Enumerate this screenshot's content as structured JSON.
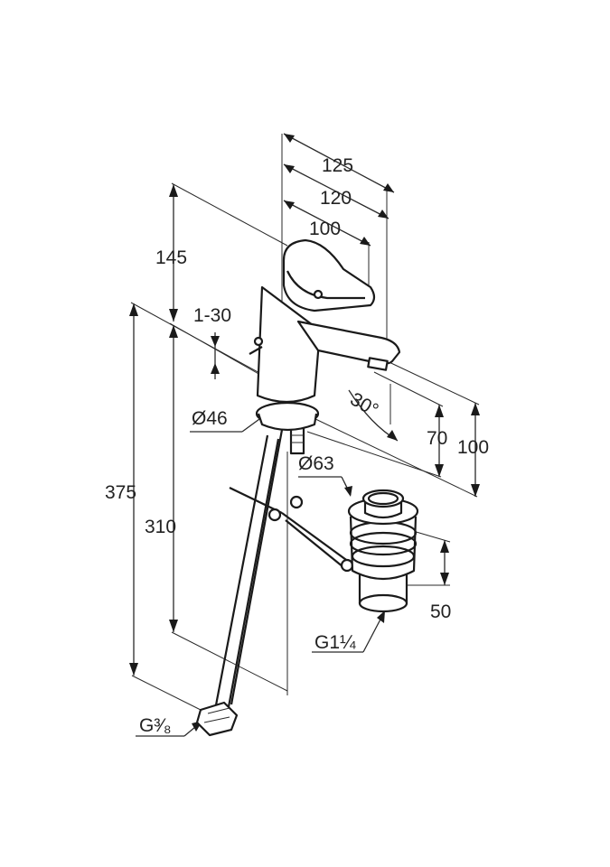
{
  "dimensions": {
    "spout_reach_125": "125",
    "spout_reach_120": "120",
    "spout_reach_100": "100",
    "height_145": "145",
    "adjust_range": "1-30",
    "base_diameter": "Ø46",
    "height_375": "375",
    "height_310": "310",
    "angle": "30°",
    "height_70": "70",
    "height_100": "100",
    "waste_diameter": "Ø63",
    "waste_height": "50",
    "waste_thread": "G1¼",
    "supply_thread": "G³⁄₈"
  }
}
